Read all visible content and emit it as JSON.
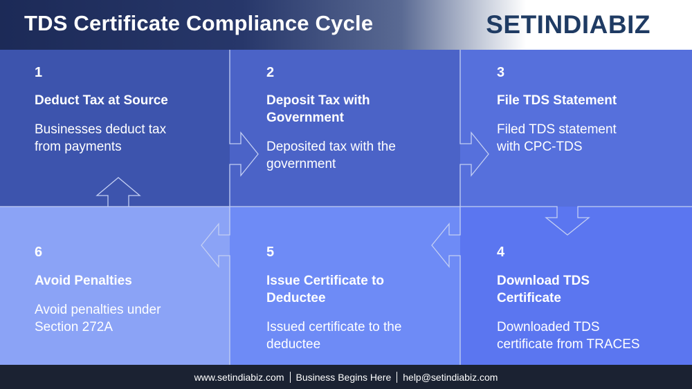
{
  "header": {
    "title": "TDS Certificate Compliance Cycle",
    "logo": "SETINDIABIZ"
  },
  "steps": [
    {
      "number": "1",
      "heading": "Deduct Tax at Source",
      "desc_line1": "Businesses deduct tax",
      "desc_line2": "from payments"
    },
    {
      "number": "2",
      "heading": "Deposit Tax with Government",
      "desc_line1": "Deposited tax with the",
      "desc_line2": "government"
    },
    {
      "number": "3",
      "heading": "File TDS Statement",
      "desc_line1": "Filed TDS statement",
      "desc_line2": "with CPC-TDS"
    },
    {
      "number": "4",
      "heading": "Download TDS Certificate",
      "desc_line1": "Downloaded TDS",
      "desc_line2": "certificate from TRACES"
    },
    {
      "number": "5",
      "heading": "Issue Certificate to Deductee",
      "desc_line1": "Issued certificate to the",
      "desc_line2": "deductee"
    },
    {
      "number": "6",
      "heading": "Avoid Penalties",
      "desc_line1": "Avoid penalties under",
      "desc_line2": "Section 272A"
    }
  ],
  "footer": {
    "website": "www.setindiabiz.com",
    "tagline": "Business Begins Here",
    "email": "help@setindiabiz.com"
  },
  "colors": {
    "header_dark": "#1c2a57",
    "logo": "#1f3b63",
    "footer_bg": "#1b2232"
  }
}
